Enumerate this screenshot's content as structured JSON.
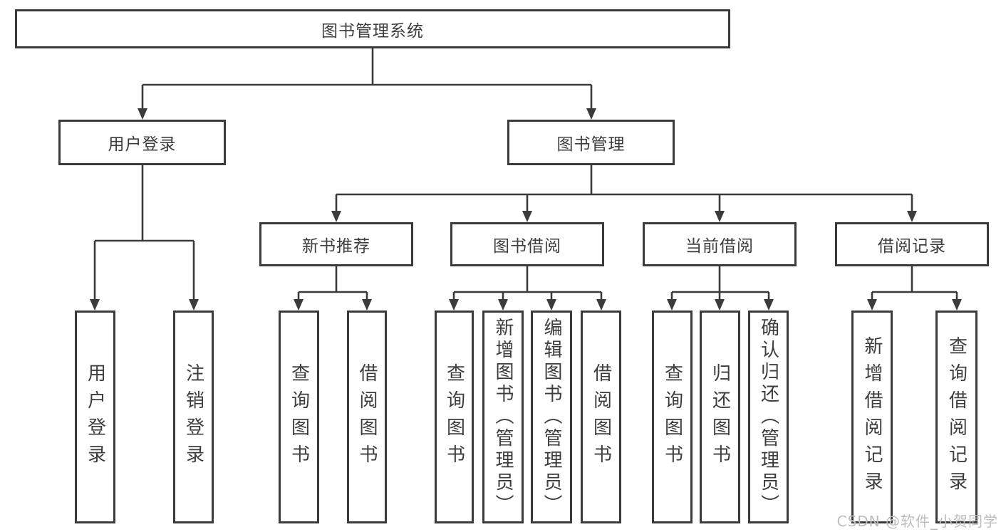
{
  "diagram": {
    "root_label": "图书管理系统",
    "level2": [
      "用户登录",
      "图书管理"
    ],
    "level3": [
      "新书推荐",
      "图书借阅",
      "当前借阅",
      "借阅记录"
    ],
    "leaves_user_login": [
      "用户登录",
      "注销登录"
    ],
    "leaves_new_book": [
      "查询图书",
      "借阅图书"
    ],
    "leaves_book_borrow": [
      "查询图书",
      "新增图书（管理员）",
      "编辑图书（管理员）",
      "借阅图书"
    ],
    "leaves_current_borrow": [
      "查询图书",
      "归还图书",
      "确认归还（管理员）"
    ],
    "leaves_borrow_records": [
      "新增借阅记录",
      "查询借阅记录"
    ]
  },
  "watermark": "CSDN @软件_小贺同学",
  "colors": {
    "line": "#3b3b3b",
    "text": "#3d3d3d",
    "watermark": "#bdbdbd",
    "background": "#ffffff"
  }
}
